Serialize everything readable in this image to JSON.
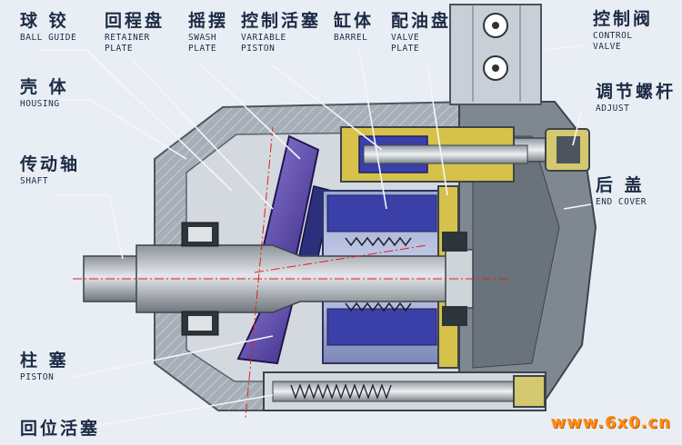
{
  "labels": {
    "ball_guide": {
      "cn": "球 铰",
      "en": "BALL GUIDE"
    },
    "retainer": {
      "cn": "回程盘",
      "en1": "RETAINER",
      "en2": "PLATE"
    },
    "swash": {
      "cn": "摇摆",
      "en1": "SWASH",
      "en2": "PLATE"
    },
    "variable_piston": {
      "cn": "控制活塞",
      "en1": "VARIABLE",
      "en2": "PISTON"
    },
    "barrel": {
      "cn": "缸体",
      "en": "BARREL"
    },
    "valve_plate": {
      "cn": "配油盘",
      "en1": "VALVE",
      "en2": "PLATE"
    },
    "control_valve": {
      "cn": "控制阀",
      "en1": "CONTROL",
      "en2": "VALVE"
    },
    "adjust": {
      "cn": "调节螺杆",
      "en": "ADJUST"
    },
    "housing": {
      "cn": "壳 体",
      "en": "HOUSING"
    },
    "shaft": {
      "cn": "传动轴",
      "en": "SHAFT"
    },
    "end_cover": {
      "cn": "后 盖",
      "en": "END COVER"
    },
    "piston": {
      "cn": "柱 塞",
      "en": "PISTON"
    },
    "return_piston": {
      "cn": "回位活塞"
    }
  },
  "watermark": "www.6x0.cn",
  "colors": {
    "label_text": "#1c2a44",
    "leader": "#f4f6f9",
    "housing": "#a9b1ba",
    "housing_dark": "#5f6770",
    "swash_purple": "#6a4fb0",
    "piston_blue": "#3b3fa8",
    "valve_yellow": "#d6c24a",
    "watermark": "#ff8c1a"
  }
}
